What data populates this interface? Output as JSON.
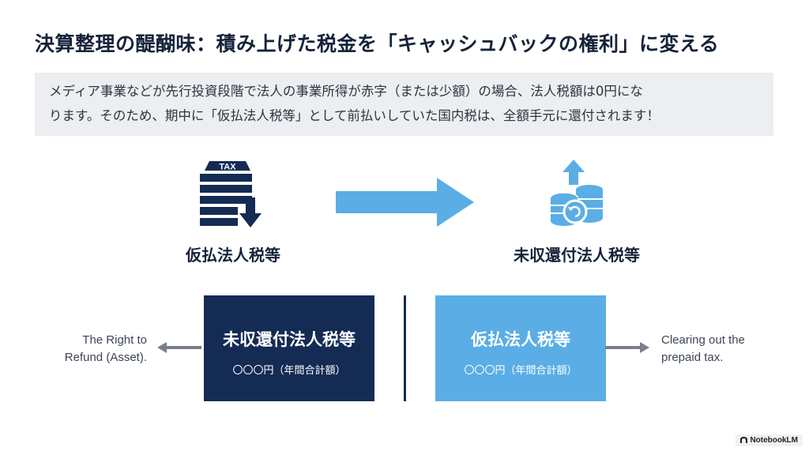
{
  "title": "決算整理の醍醐味：積み上げた税金を「キャッシュバックの権利」に変える",
  "notice": {
    "line1": "メディア事業などが先行投資段階で法人の事業所得が赤字（または少額）の場合、法人税額は0円にな",
    "line2": "ります。そのため、期中に「仮払法人税等」として前払いしていた国内税は、全額手元に還付されます！"
  },
  "flow": {
    "tax_icon_text": "TAX",
    "left_label": "仮払法人税等",
    "right_label": "未収還付法人税等"
  },
  "boxes": {
    "dark": {
      "title": "未収還付法人税等",
      "sub": "〇〇〇円（年間合計額）"
    },
    "light": {
      "title": "仮払法人税等",
      "sub": "〇〇〇円（年間合計額）"
    }
  },
  "side": {
    "left_line1": "The Right to",
    "left_line2": "Refund (Asset).",
    "right_line1": "Clearing out the",
    "right_line2": "prepaid tax."
  },
  "brand": "NotebookLM",
  "colors": {
    "navy": "#142b54",
    "sky": "#5aaee5",
    "arrow": "#5aaee5",
    "panel": "#eceef1"
  },
  "icons": [
    "tax-document-download-icon",
    "coin-stack-refund-icon",
    "right-arrow-icon"
  ]
}
